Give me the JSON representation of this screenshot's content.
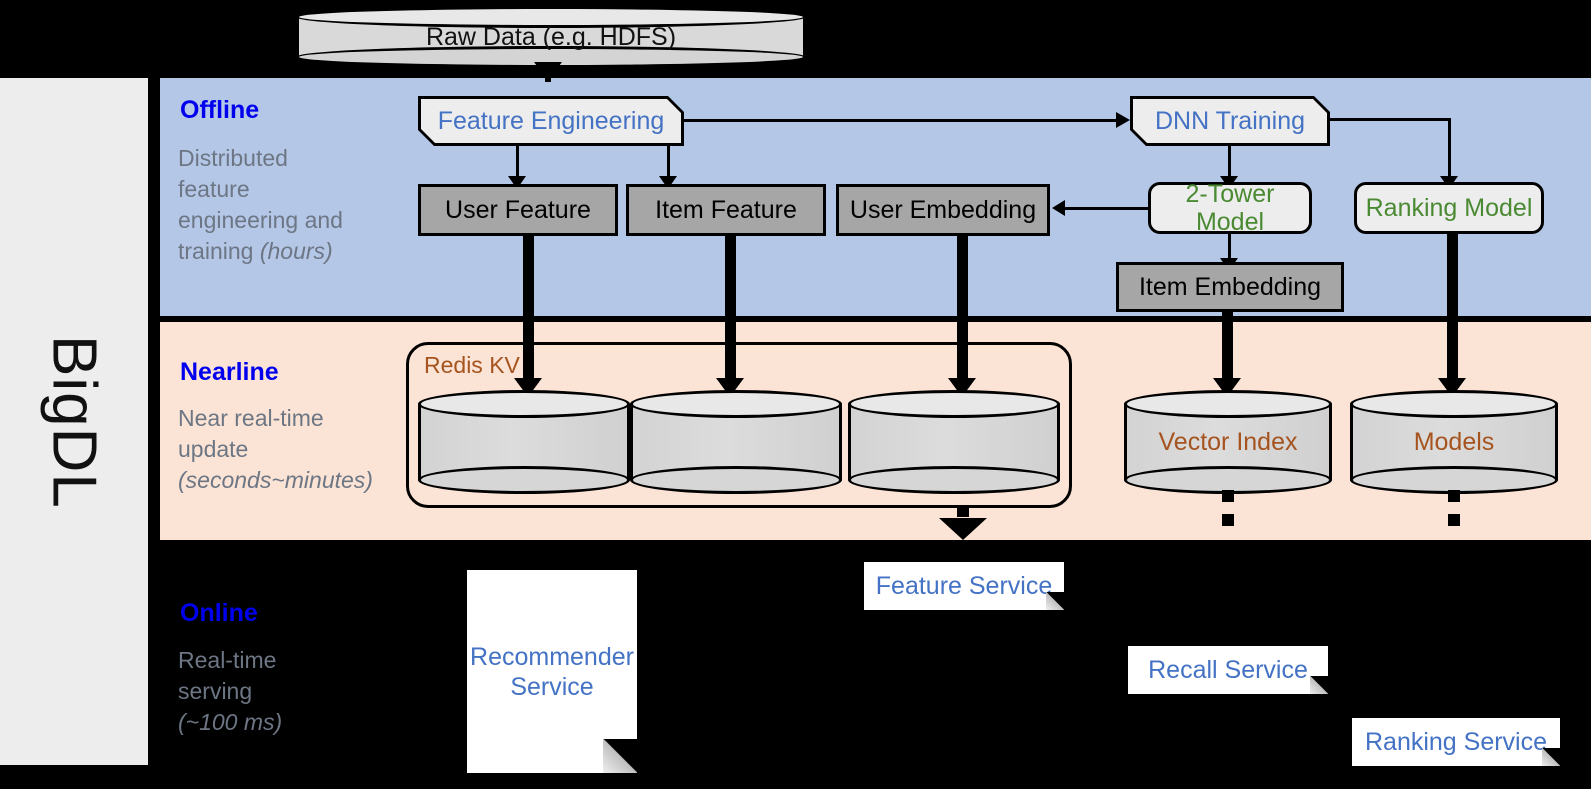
{
  "platform": {
    "name": "BigDL"
  },
  "source": {
    "label": "Raw Data (e.g. HDFS)"
  },
  "bands": {
    "offline": {
      "title": "Offline",
      "subtitle": "Distributed feature engineering and ",
      "subtitle_em": "(hours)"
    },
    "nearline": {
      "title": "Nearline",
      "subtitle": "Near real-time update ",
      "subtitle_em": "(seconds~minutes)"
    },
    "online": {
      "title": "Online",
      "subtitle": "Real-time serving ",
      "subtitle_em": "(~100 ms)"
    }
  },
  "offline": {
    "feature_engineering": "Feature Engineering",
    "dnn_training": "DNN Training",
    "user_feature": "User Feature",
    "item_feature": "Item Feature",
    "user_embedding": "User Embedding",
    "item_embedding": "Item Embedding",
    "two_tower_model": "2-Tower Model",
    "ranking_model": "Ranking Model"
  },
  "nearline": {
    "redis_kv": "Redis KV",
    "vector_index": "Vector Index",
    "models": "Models"
  },
  "online": {
    "recommender_service": "Recommender Service",
    "feature_service": "Feature Service",
    "recall_service": "Recall Service",
    "ranking_service": "Ranking Service"
  },
  "subtitle_parts": {
    "offline_l1": "Distributed",
    "offline_l2": "feature",
    "offline_l3": "engineering and",
    "offline_l4": "training ",
    "nearline_l1": "Near real-time",
    "nearline_l2": "update",
    "online_l1": "Real-time",
    "online_l2": "serving"
  },
  "colors": {
    "offline_band": "#b4c7e7",
    "nearline_band": "#fbe4d5",
    "online_band": "#000000",
    "band_title": "#0000ee",
    "process_text": "#4472c4",
    "model_text": "#4a8a32",
    "store_text": "#a6541f",
    "gray_box": "#a6a6a6",
    "sidebar": "#ededed"
  }
}
